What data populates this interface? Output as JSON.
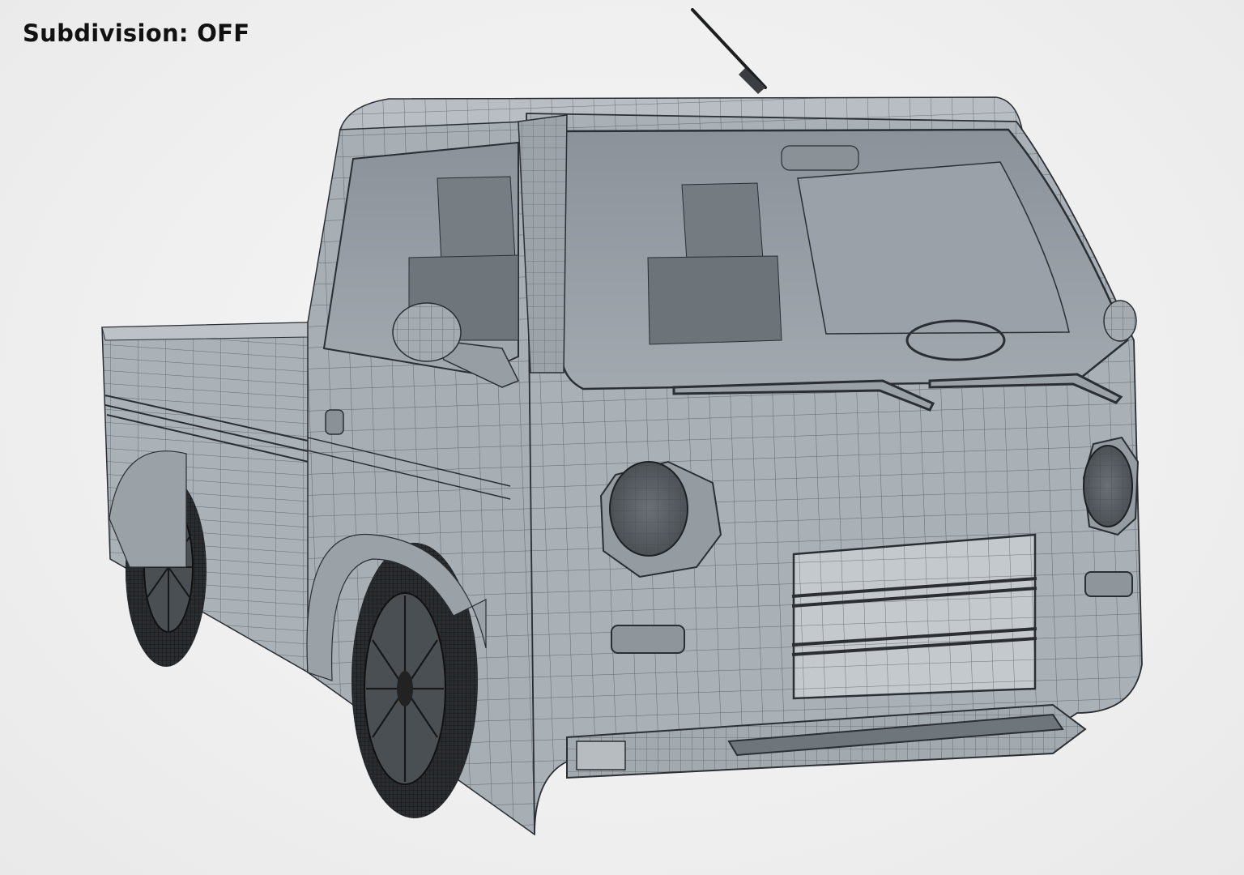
{
  "viewport": {
    "label": "Subdivision:",
    "value": "OFF"
  },
  "render": {
    "subject": "truck-3d-model",
    "shading": "wireframe-on-shaded",
    "colors": {
      "background": "#f1f1f1",
      "body": "#a9b0b6",
      "body_shadow": "#8e959b",
      "glass": "#7f878e",
      "interior": "#6c7379",
      "wire": "#2b2f33",
      "tire": "#2a2d30",
      "caption": "#111111"
    }
  }
}
